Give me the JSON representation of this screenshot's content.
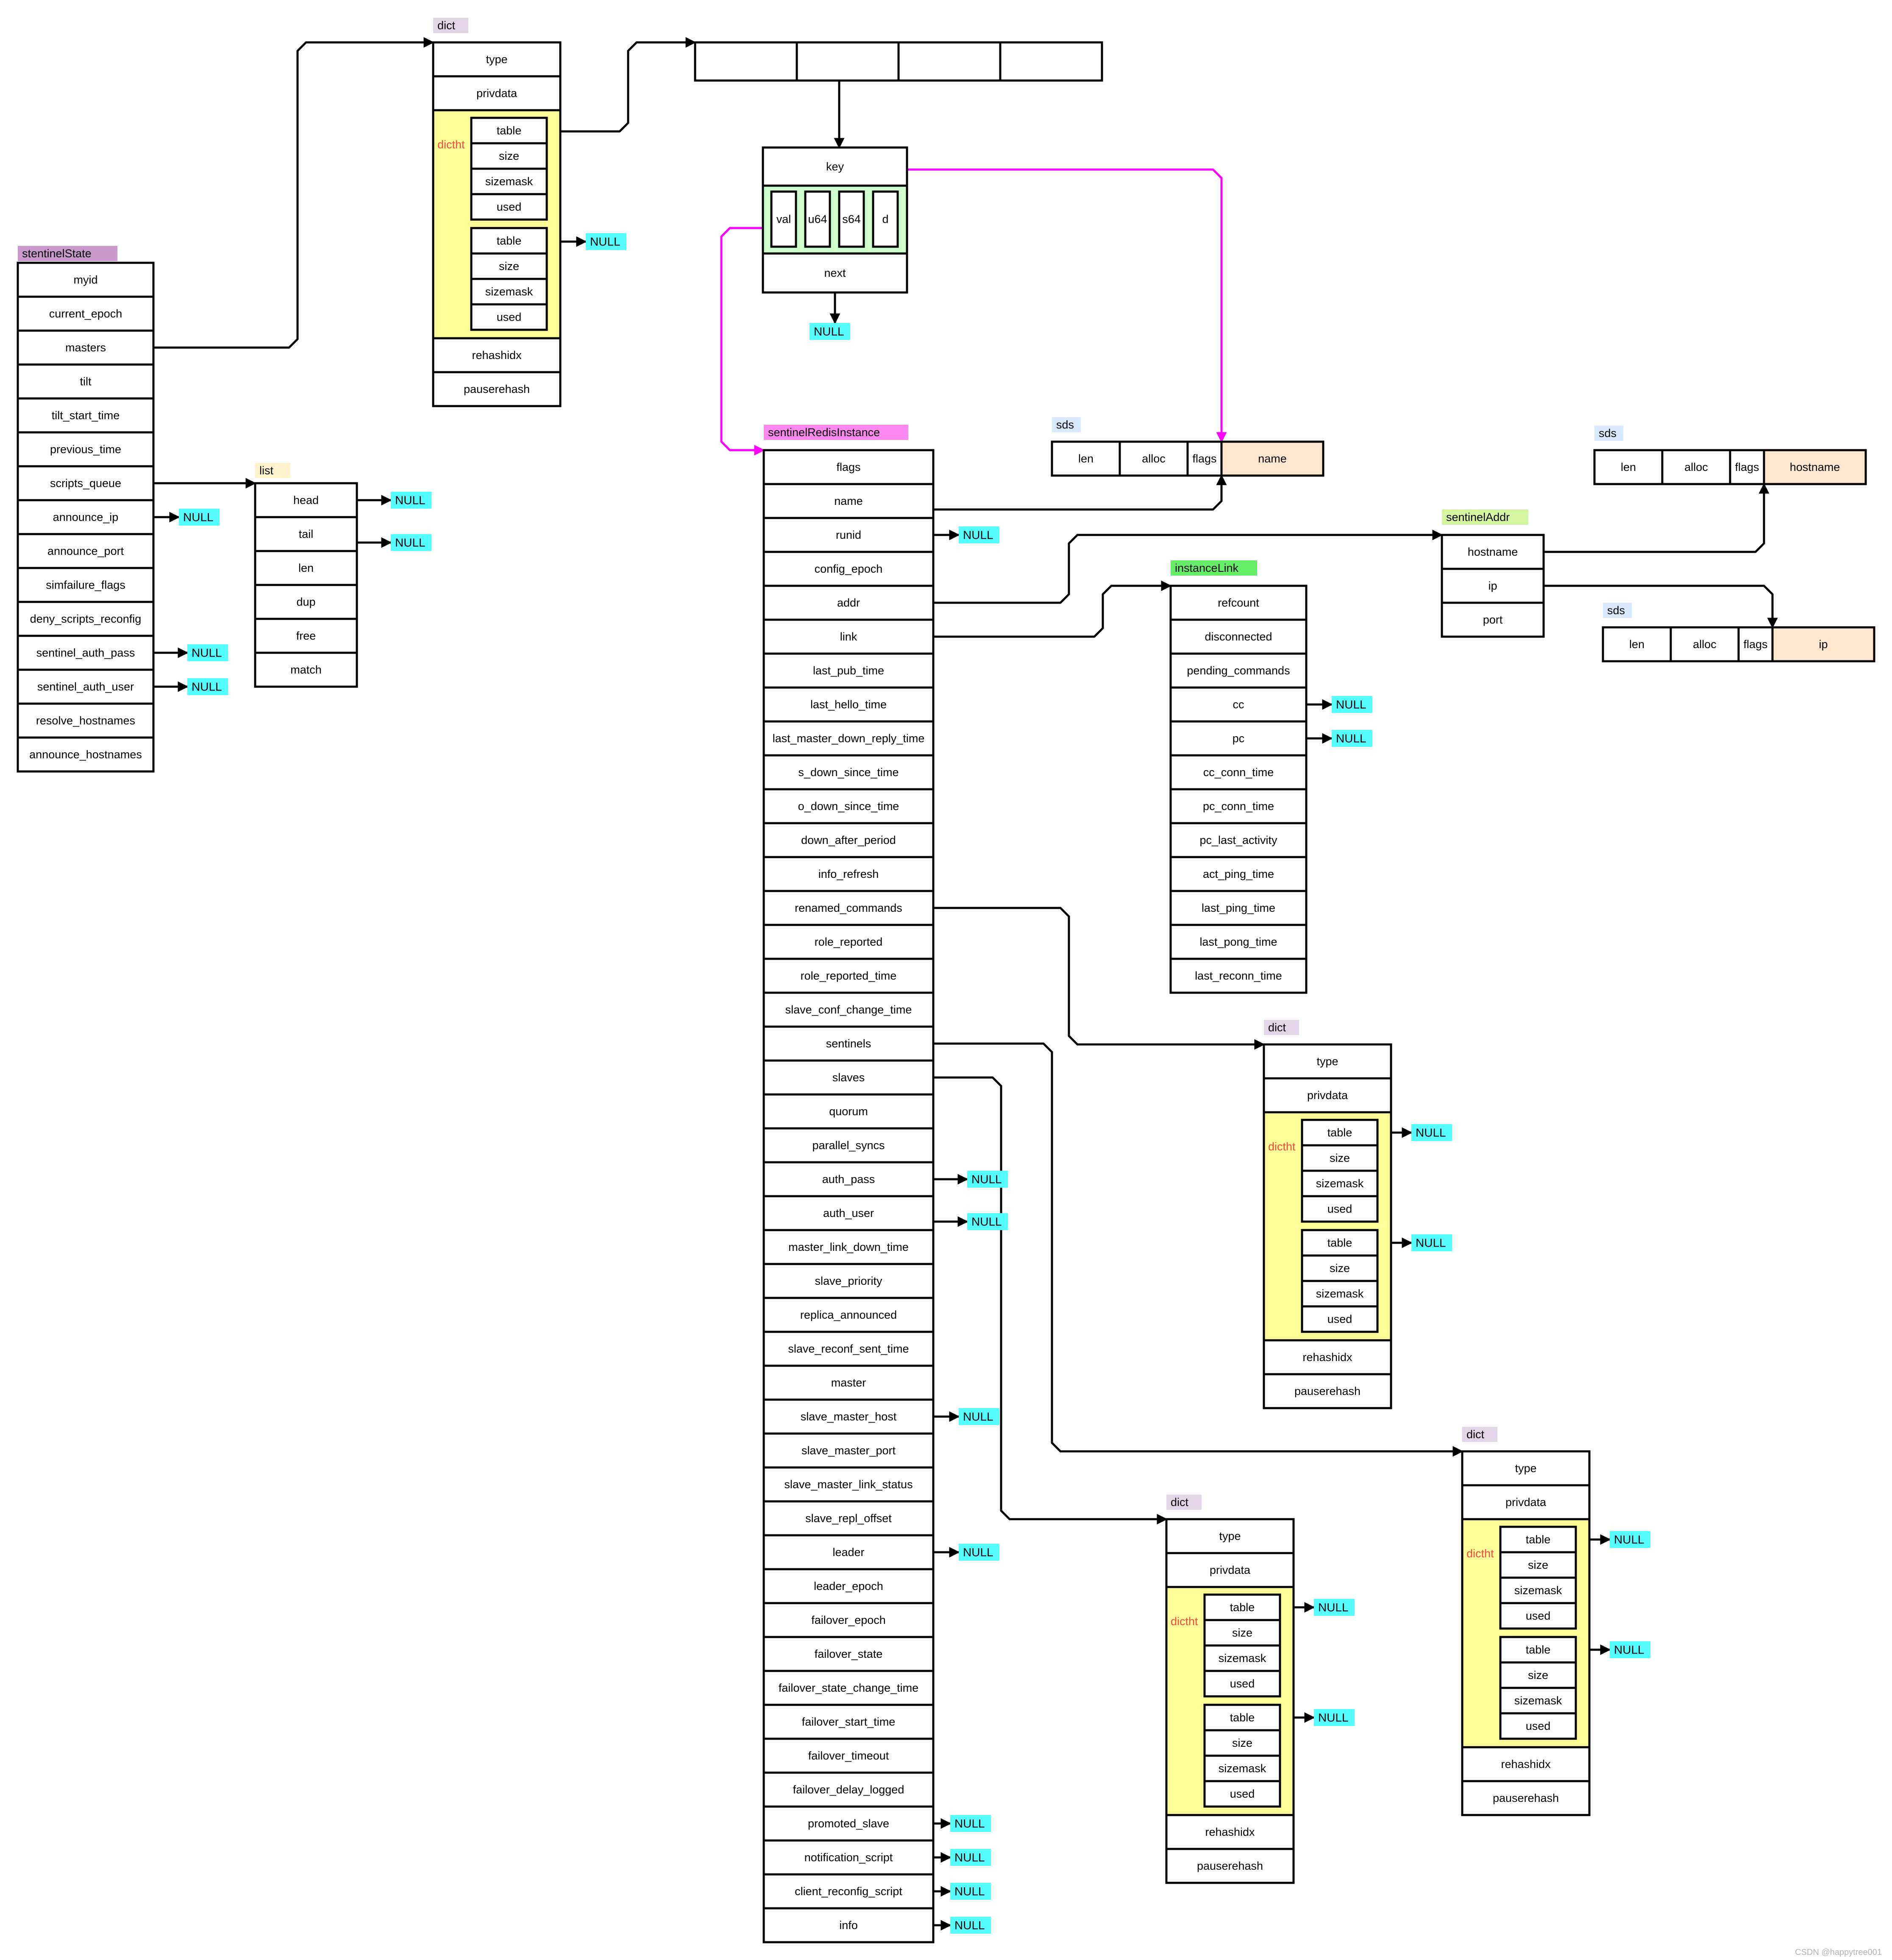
{
  "colors": {
    "structure_tag": "#cc99cc",
    "dict_tag": "#e1d5e7",
    "list_tag": "#fff2cc",
    "sds_tag": "#dae8fc",
    "sentinelAddr_tag": "#d5f5a0",
    "instanceLink_tag": "#66ee66",
    "sentinelRedisInstance_tag": "#ff88ee",
    "null_fill": "#55ffff",
    "dictht_fill": "#ffff99",
    "entry_union_fill": "#ccffcc",
    "sds_name_fill": "#ffe6cc",
    "dictht_label": "#ff4444",
    "pointer": "#000000",
    "key_pointer": "#ff00ff"
  },
  "null_label": "NULL",
  "dictht_label": "dictht",
  "watermark": "CSDN @happytree001",
  "sentinelState": {
    "tag": "stentinelState",
    "fields": [
      "myid",
      "current_epoch",
      "masters",
      "tilt",
      "tilt_start_time",
      "previous_time",
      "scripts_queue",
      "announce_ip",
      "announce_port",
      "simfailure_flags",
      "deny_scripts_reconfig",
      "sentinel_auth_pass",
      "sentinel_auth_user",
      "resolve_hostnames",
      "announce_hostnames"
    ]
  },
  "list": {
    "tag": "list",
    "fields": [
      "head",
      "tail",
      "len",
      "dup",
      "free",
      "match"
    ]
  },
  "dict": {
    "tag": "dict",
    "fields_top": [
      "type",
      "privdata"
    ],
    "fields_bottom": [
      "rehashidx",
      "pauserehash"
    ],
    "ht_fields": [
      "table",
      "size",
      "sizemask",
      "used"
    ]
  },
  "dictEntry": {
    "key": "key",
    "union": [
      "val",
      "u64",
      "s64",
      "d"
    ],
    "next": "next"
  },
  "sentinelRedisInstance": {
    "tag": "sentinelRedisInstance",
    "fields": [
      "flags",
      "name",
      "runid",
      "config_epoch",
      "addr",
      "link",
      "last_pub_time",
      "last_hello_time",
      "last_master_down_reply_time",
      "s_down_since_time",
      "o_down_since_time",
      "down_after_period",
      "info_refresh",
      "renamed_commands",
      "role_reported",
      "role_reported_time",
      "slave_conf_change_time",
      "sentinels",
      "slaves",
      "quorum",
      "parallel_syncs",
      "auth_pass",
      "auth_user",
      "master_link_down_time",
      "slave_priority",
      "replica_announced",
      "slave_reconf_sent_time",
      "master",
      "slave_master_host",
      "slave_master_port",
      "slave_master_link_status",
      "slave_repl_offset",
      "leader",
      "leader_epoch",
      "failover_epoch",
      "failover_state",
      "failover_state_change_time",
      "failover_start_time",
      "failover_timeout",
      "failover_delay_logged",
      "promoted_slave",
      "notification_script",
      "client_reconfig_script",
      "info"
    ]
  },
  "instanceLink": {
    "tag": "instanceLink",
    "fields": [
      "refcount",
      "disconnected",
      "pending_commands",
      "cc",
      "pc",
      "cc_conn_time",
      "pc_conn_time",
      "pc_last_activity",
      "act_ping_time",
      "last_ping_time",
      "last_pong_time",
      "last_reconn_time"
    ]
  },
  "sentinelAddr": {
    "tag": "sentinelAddr",
    "fields": [
      "hostname",
      "ip",
      "port"
    ]
  },
  "sds": {
    "tag": "sds",
    "fields": [
      "len",
      "alloc",
      "flags"
    ],
    "name_buf": "name",
    "hostname_buf": "hostname",
    "ip_buf": "ip"
  }
}
